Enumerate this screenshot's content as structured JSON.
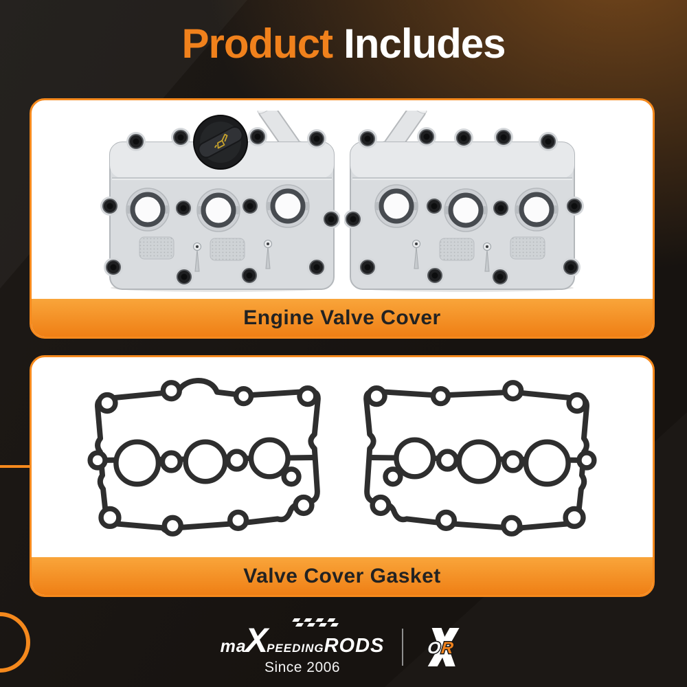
{
  "title": {
    "part1": "Product",
    "part2": "Includes"
  },
  "cards": [
    {
      "name": "engine-valve-cover",
      "label": "Engine Valve Cover",
      "photos": [
        "valve-cover-left",
        "valve-cover-right"
      ]
    },
    {
      "name": "valve-cover-gasket",
      "label": "Valve Cover Gasket",
      "photos": [
        "gasket-left",
        "gasket-right"
      ]
    }
  ],
  "footer": {
    "brand": {
      "ma": "ma",
      "x": "X",
      "peeding": "PEEDING",
      "rods": "RODS"
    },
    "since": "Since 2006",
    "badge": {
      "o": "O",
      "r": "R"
    }
  },
  "colors": {
    "accent": "#f5891d",
    "accent_deep": "#ef7f15",
    "band_top": "#f9a53a",
    "title_highlight": "#f0811c",
    "background": "#171310",
    "card_bg": "#ffffff",
    "label_text": "#222222",
    "oil_icon": "#c9a42c"
  }
}
